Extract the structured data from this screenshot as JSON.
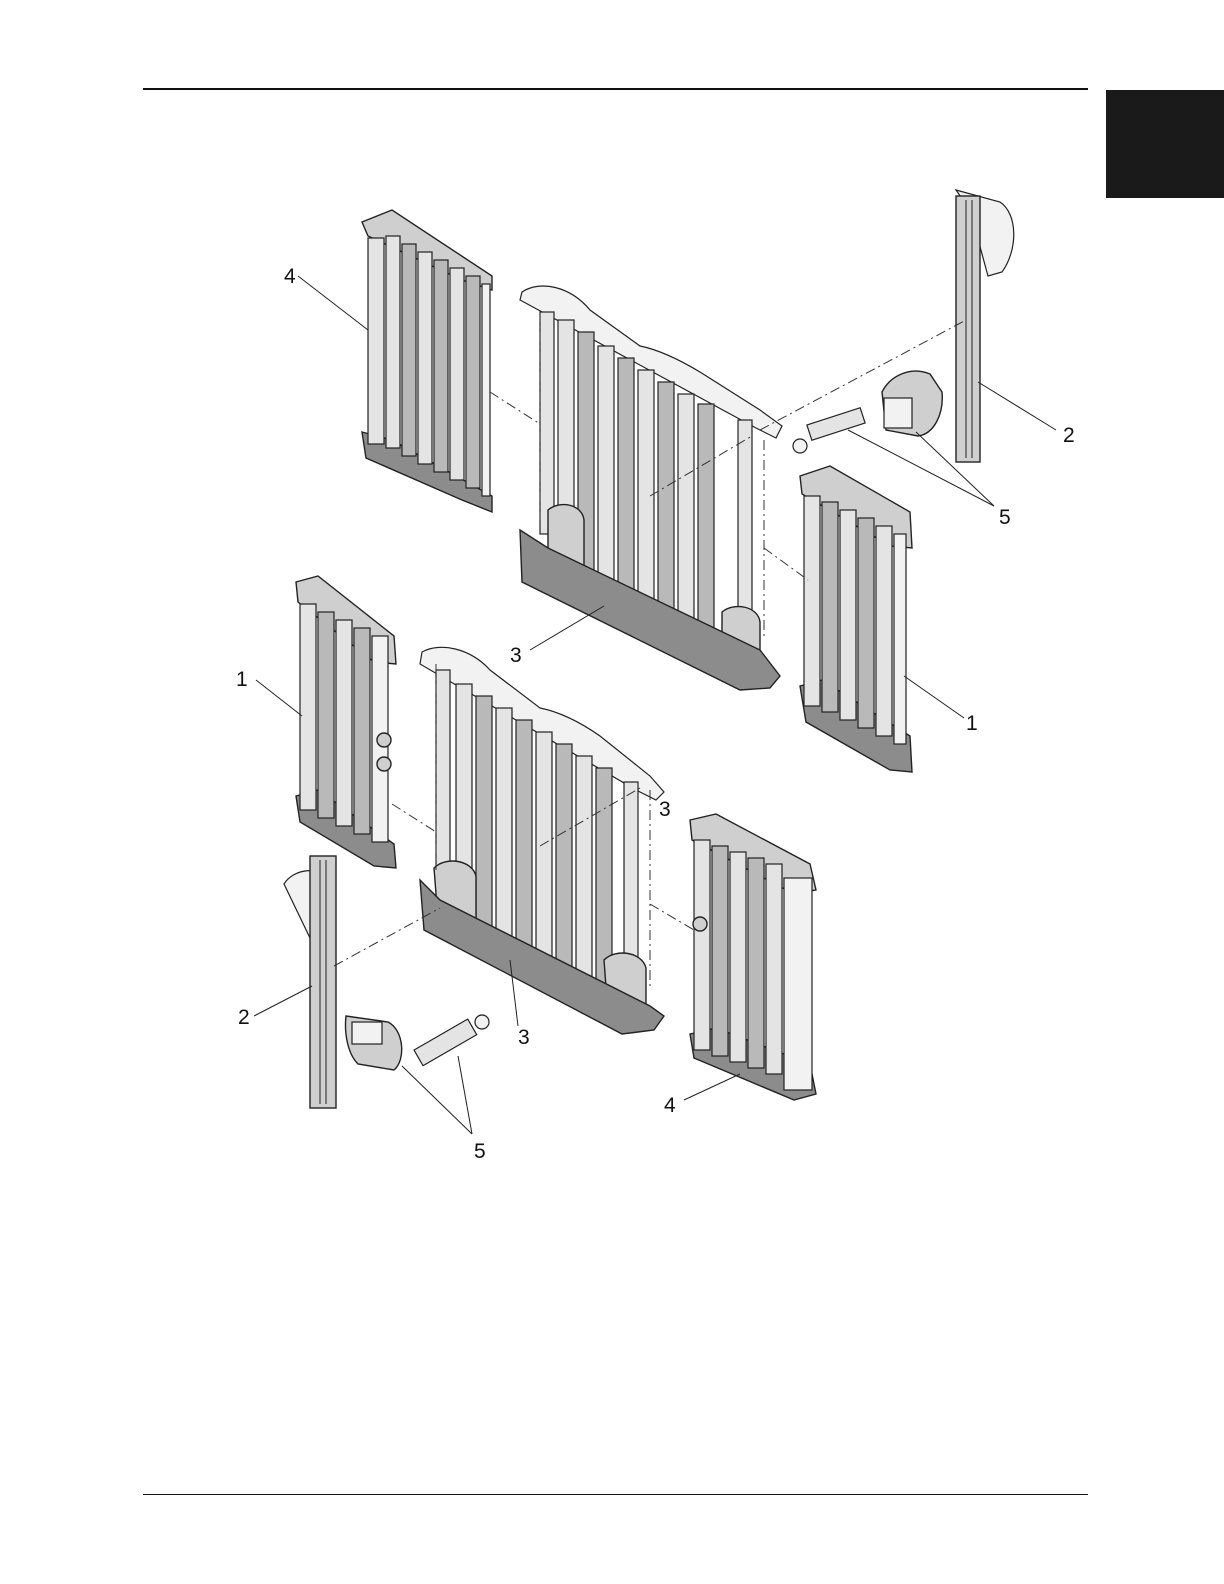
{
  "page": {
    "thumb_tab_color": "#1a1a1a"
  },
  "diagram": {
    "callouts": [
      {
        "id": "c4-top",
        "text": "4"
      },
      {
        "id": "c2-top",
        "text": "2"
      },
      {
        "id": "c5-top",
        "text": "5"
      },
      {
        "id": "c3-upper",
        "text": "3"
      },
      {
        "id": "c1-left",
        "text": "1"
      },
      {
        "id": "c1-right",
        "text": "1"
      },
      {
        "id": "c3-mid",
        "text": "3"
      },
      {
        "id": "c2-bottom",
        "text": "2"
      },
      {
        "id": "c3-lower",
        "text": "3"
      },
      {
        "id": "c4-bottom",
        "text": "4"
      },
      {
        "id": "c5-bottom",
        "text": "5"
      }
    ]
  }
}
